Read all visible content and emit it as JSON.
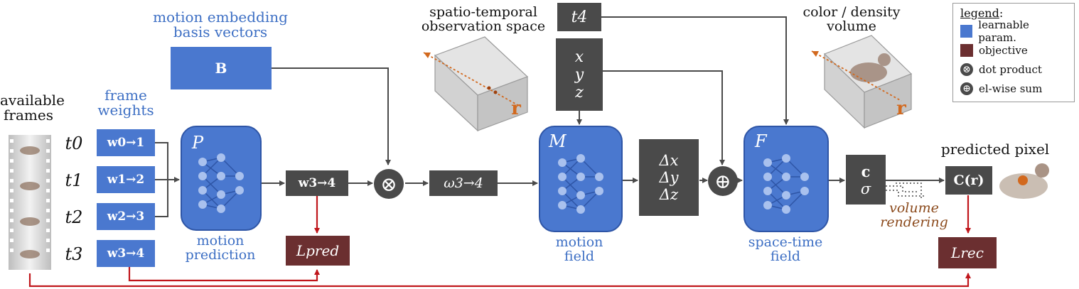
{
  "colors": {
    "param": "#4a78cf",
    "dark": "#4a4a4a",
    "objective": "#6b2f30",
    "red_line": "#c0161b",
    "label_blue": "#3d6fc4",
    "ray_orange": "#d2691e"
  },
  "labels": {
    "available_frames": "available frames",
    "frame_weights": "frame weights",
    "motion_embedding": "motion embedding basis vectors",
    "spatio_temporal": "spatio-temporal observation space",
    "color_density": "color / density volume",
    "predicted_pixel": "predicted pixel",
    "motion_prediction": "motion prediction",
    "motion_field": "motion field",
    "space_time_field": "space-time field",
    "volume_rendering": "volume rendering"
  },
  "frames": {
    "t_labels": [
      "t0",
      "t1",
      "t2",
      "t3"
    ],
    "weights": [
      "w0→1",
      "w1→2",
      "w2→3",
      "w3→4"
    ]
  },
  "symbols": {
    "B": "B",
    "P": "P",
    "M": "M",
    "F": "F",
    "w34": "w3→4",
    "omega": "ω3→4",
    "t4": "t4",
    "xyz": [
      "x",
      "y",
      "z"
    ],
    "delta": [
      "Δx",
      "Δy",
      "Δz"
    ],
    "c_sigma": [
      "c",
      "σ"
    ],
    "C_r": "C(r)",
    "L_pred": "Lpred",
    "L_rec": "Lrec",
    "ray": "r",
    "otimes": "⊗",
    "oplus": "⊕"
  },
  "legend": {
    "title": "legend",
    "items": [
      {
        "label": "learnable param.",
        "kind": "swatch-param"
      },
      {
        "label": "objective",
        "kind": "swatch-objective"
      },
      {
        "label": "dot product",
        "kind": "otimes"
      },
      {
        "label": "el-wise sum",
        "kind": "oplus"
      }
    ]
  }
}
